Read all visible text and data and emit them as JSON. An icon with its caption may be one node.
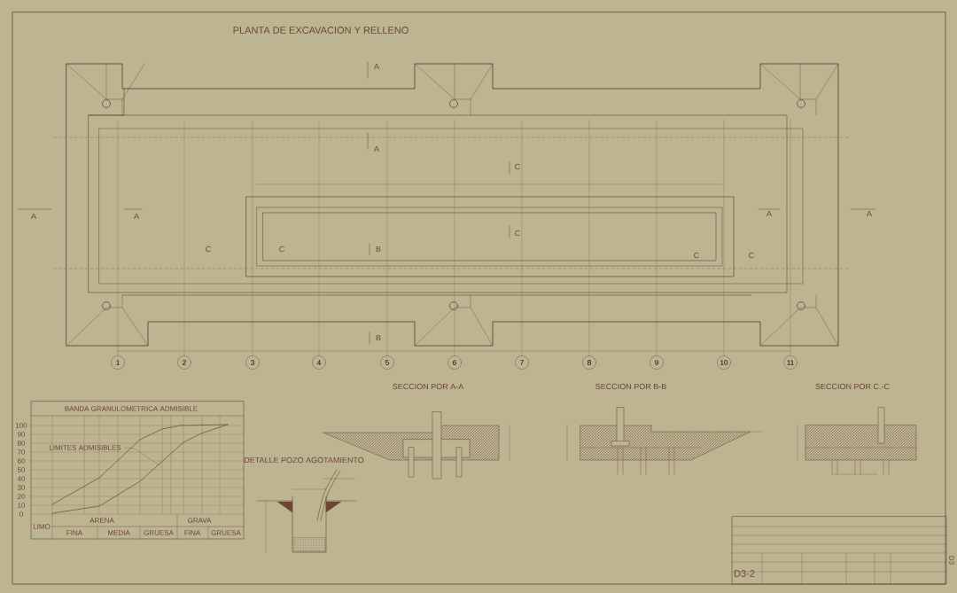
{
  "diagram": {
    "title": "PLANTA DE EXCAVACION Y RELLENO",
    "labels": [
      "A",
      "A",
      "C",
      "A",
      "A",
      "A",
      "A",
      "C",
      "C",
      "C",
      "B",
      "C",
      "C",
      "B",
      "1",
      "2",
      "3",
      "4",
      "5",
      "6",
      "7",
      "8",
      "9",
      "10",
      "11",
      "SECCION POR A-A",
      "SECCION POR B-B",
      "SECCION POR C.-C",
      "BANDA GRANULOMETRICA ADMISIBLE",
      "100",
      "90",
      "80",
      "LIMITES ADMISIBLES",
      "70",
      "60",
      "50",
      "40",
      "30",
      "20",
      "10",
      "0",
      "DETALLE POZO AGOTAMIENTO",
      "ARENA",
      "GRAVA",
      "LIMO",
      "FINA",
      "MEDIA",
      "GRUESA",
      "FINA",
      "GRUESA",
      "D3-2",
      "D3"
    ]
  }
}
